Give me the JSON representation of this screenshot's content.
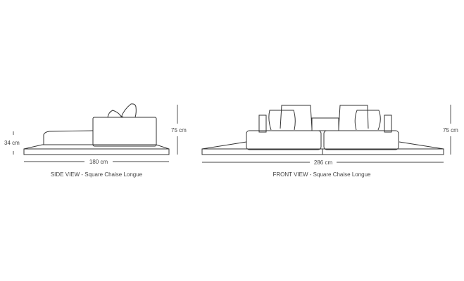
{
  "side_view": {
    "caption": "SIDE VIEW -  Square Chaise Longue",
    "width_label": "180 cm",
    "height_label": "75 cm",
    "seat_height_label": "34 cm"
  },
  "front_view": {
    "caption": "FRONT VIEW -  Square Chaise Longue",
    "width_label": "286 cm",
    "height_label": "75 cm"
  }
}
